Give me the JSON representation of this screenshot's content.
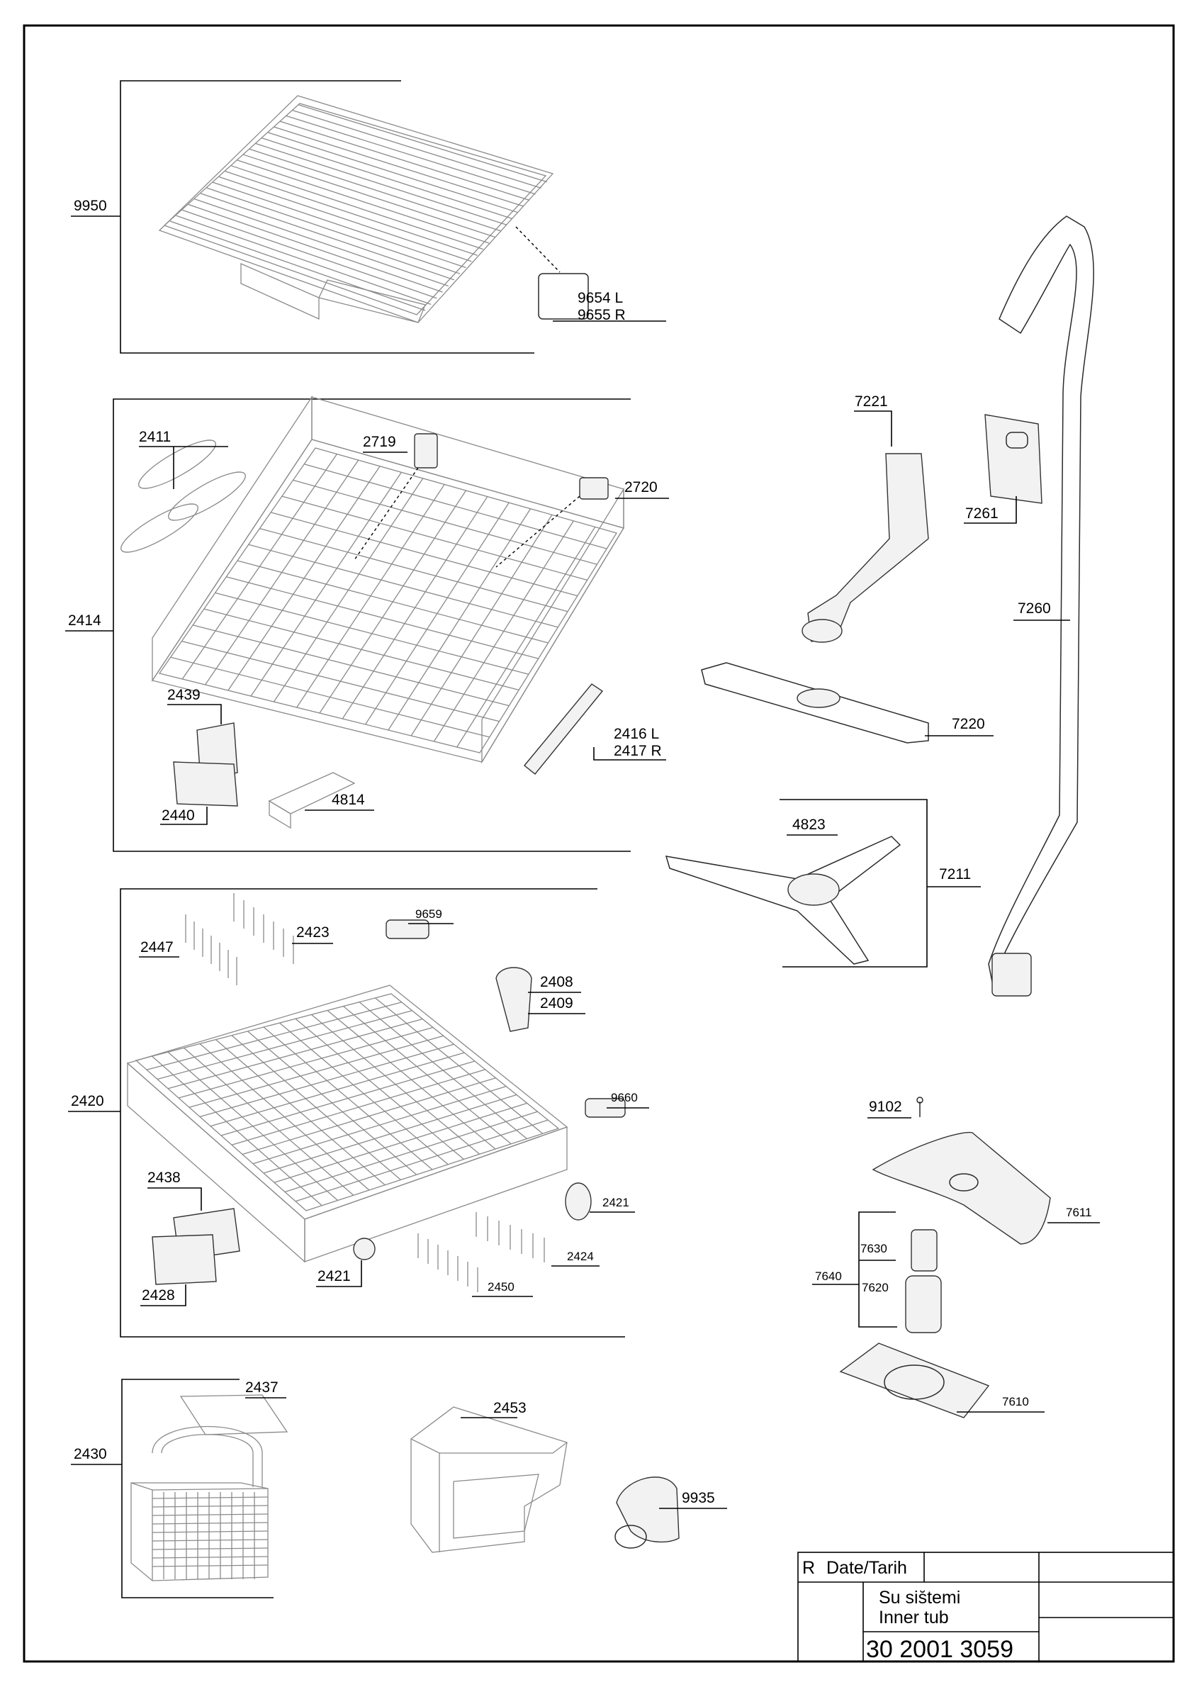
{
  "labels": {
    "p9950": "9950",
    "p9654": "9654 L",
    "p9655": "9655 R",
    "p2411": "2411",
    "p2719": "2719",
    "p2720": "2720",
    "p2414": "2414",
    "p2439": "2439",
    "p2440": "2440",
    "p4814": "4814",
    "p2416": "2416 L",
    "p2417": "2417 R",
    "p7221": "7221",
    "p7261": "7261",
    "p7260": "7260",
    "p7220": "7220",
    "p4823": "4823",
    "p7211": "7211",
    "p9659": "9659",
    "p2447": "2447",
    "p2423": "2423",
    "p2408": "2408",
    "p2409": "2409",
    "p2420": "2420",
    "p9660": "9660",
    "p2438": "2438",
    "p2421a": "2421",
    "p2421b": "2421",
    "p2424": "2424",
    "p2428": "2428",
    "p2450": "2450",
    "p9102": "9102",
    "p7611": "7611",
    "p7630": "7630",
    "p7640": "7640",
    "p7620": "7620",
    "p7610": "7610",
    "p2437": "2437",
    "p2430": "2430",
    "p2453": "2453",
    "p9935": "9935"
  },
  "title_block": {
    "rev": "R",
    "date_label": "Date/Tarih",
    "title_tr": "Su sis̆temi",
    "title_en": "Inner tub",
    "drawing_number": "30 2001 3059"
  }
}
